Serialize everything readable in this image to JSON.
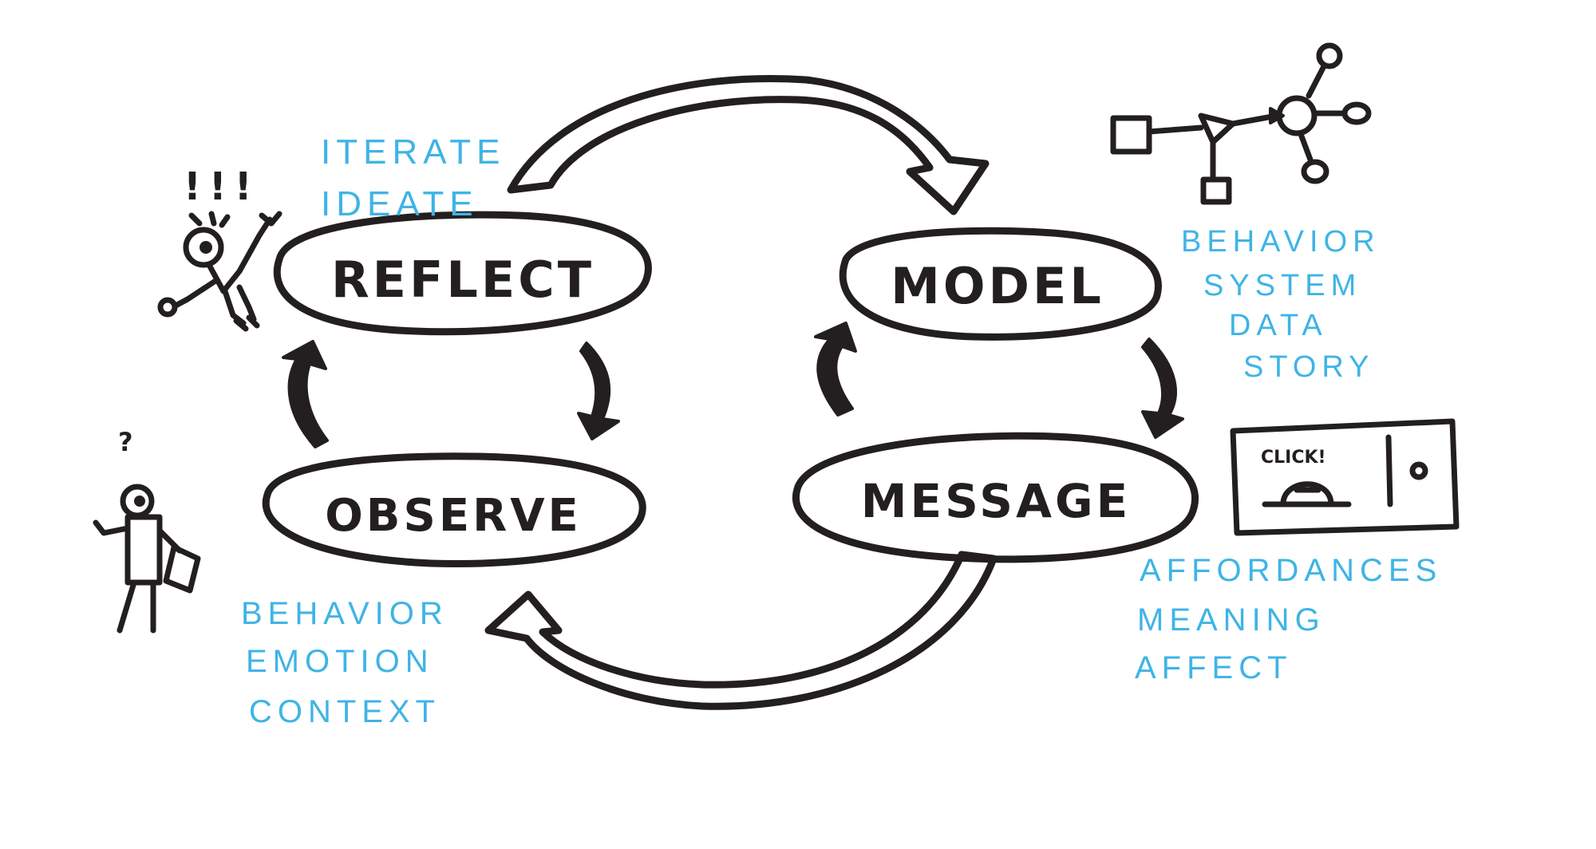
{
  "nodes": {
    "reflect": "REFLECT",
    "model": "MODEL",
    "observe": "OBSERVE",
    "message": "MESSAGE"
  },
  "notes": {
    "reflect": [
      "ITERATE",
      "IDEATE"
    ],
    "model": [
      "BEHAVIOR",
      "SYSTEM",
      "DATA",
      "STORY"
    ],
    "observe": [
      "BEHAVIOR",
      "EMOTION",
      "CONTEXT"
    ],
    "message": [
      "AFFORDANCES",
      "MEANING",
      "AFFECT"
    ]
  },
  "figures": {
    "question_mark": "?",
    "exclaim_marks": "!!!",
    "screen_text": "CLICK!"
  },
  "colors": {
    "ink": "#231f20",
    "note": "#3fb4e5",
    "background": "#ffffff"
  }
}
